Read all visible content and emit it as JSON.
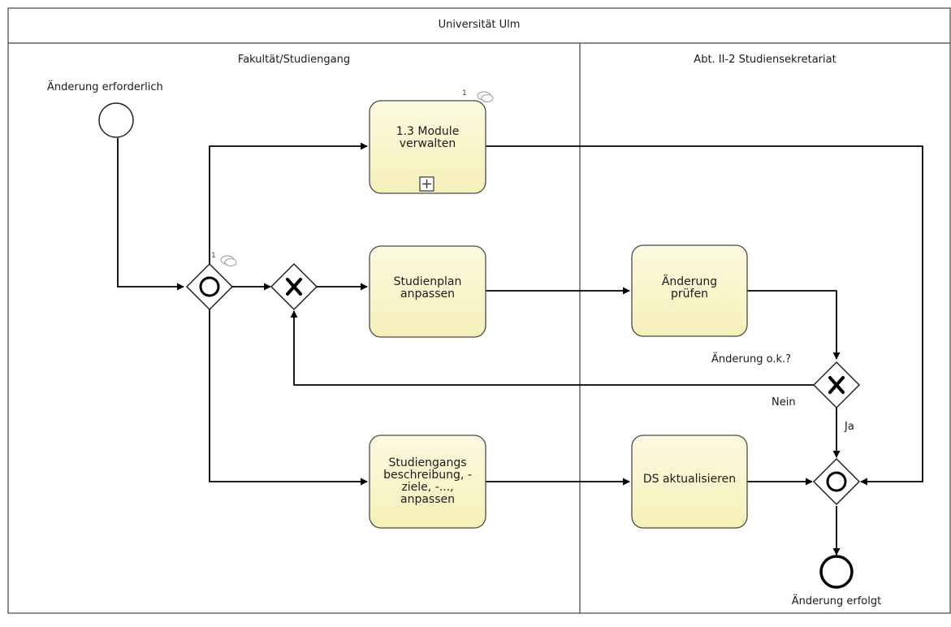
{
  "pool": {
    "title": "Universität Ulm"
  },
  "lanes": [
    {
      "title": "Fakultät/Studiengang"
    },
    {
      "title": "Abt. II-2 Studiensekretariat"
    }
  ],
  "events": {
    "start": {
      "label": "Änderung erforderlich"
    },
    "end": {
      "label": "Änderung erfolgt"
    }
  },
  "tasks": {
    "module": {
      "label": "1.3 Module verwalten",
      "comment_count": "1"
    },
    "plan": {
      "label": "Studienplan anpassen"
    },
    "beschreibung": {
      "label": "Studiengangs beschreibung, -ziele, -..., anpassen"
    },
    "pruefen": {
      "label": "Änderung prüfen"
    },
    "ds": {
      "label": "DS aktualisieren"
    }
  },
  "gateways": {
    "split": {
      "comment_count": "1"
    },
    "check": {
      "label": "Änderung o.k.?"
    }
  },
  "flows": {
    "nein": "Nein",
    "ja": "Ja"
  },
  "colors": {
    "task_fill": "#fbf8d3",
    "task_stroke": "#4a4a4a",
    "line": "#000000"
  }
}
